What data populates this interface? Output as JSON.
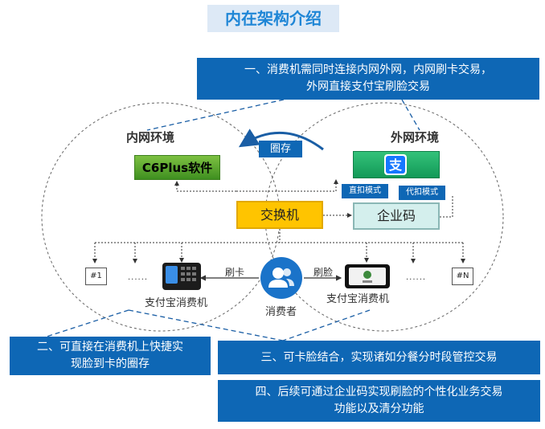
{
  "title": "内在架构介绍",
  "callouts": {
    "c1_line1": "一、消费机需同时连接内网外网，内网刷卡交易，",
    "c1_line2": "外网直接支付宝刷脸交易",
    "c2_line1": "二、可直接在消费机上快捷实",
    "c2_line2": "现脸到卡的圈存",
    "c3": "三、可卡脸结合，实现诸如分餐分时段管控交易",
    "c4_line1": "四、后续可通过企业码实现刷脸的个性化业务交易",
    "c4_line2": "功能以及清分功能"
  },
  "diagram": {
    "inner_env": "内网环境",
    "outer_env": "外网环境",
    "c6plus": "C6Plus软件",
    "quancun": "圈存",
    "switch": "交换机",
    "enterprise_code": "企业码",
    "direct_mode": "直扣模式",
    "proxy_mode": "代扣模式",
    "swipe_card": "刷卡",
    "swipe_face": "刷脸",
    "terminal_left": "支付宝消费机",
    "terminal_right": "支付宝消费机",
    "consumer": "消费者",
    "node_first": "#1",
    "node_last": "#N",
    "ellipsis": "......"
  },
  "icons": {
    "alipay": "alipay-logo-icon",
    "consumer": "people-icon",
    "terminal": "pos-terminal-icon"
  },
  "colors": {
    "title_text": "#1f86d6",
    "title_bg": "#dde9f6",
    "callout_bg": "#0e67b5",
    "c6plus_green": "#4fa02c",
    "alipay_green": "#1ea865",
    "switch_yellow": "#ffc400",
    "enterprise_bg": "#d4efed"
  }
}
